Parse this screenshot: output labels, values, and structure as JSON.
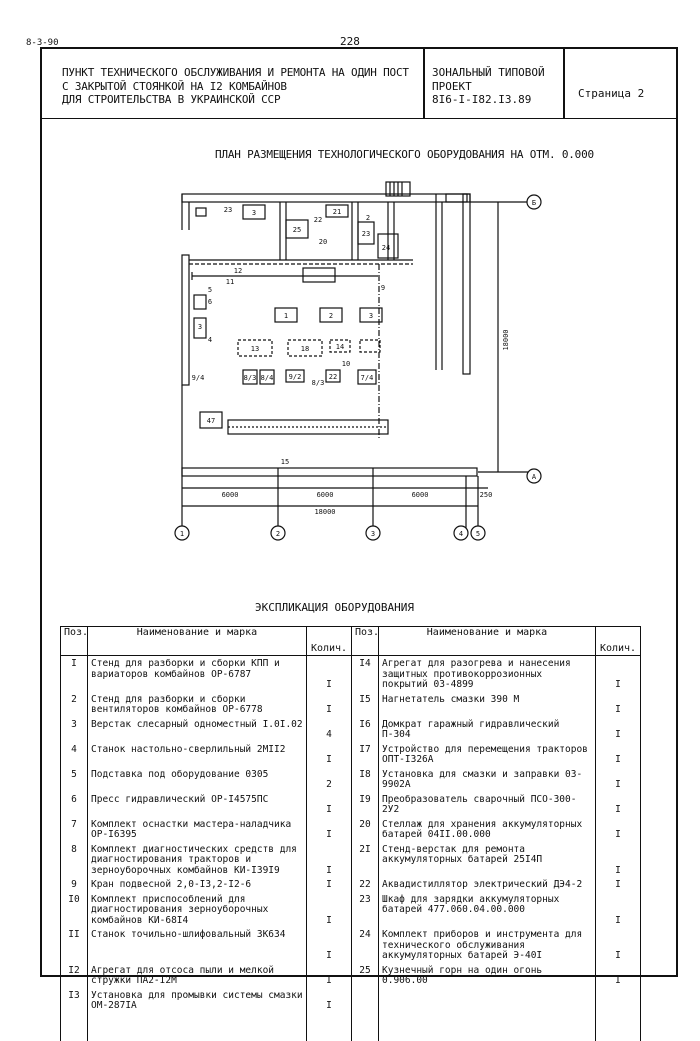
{
  "sheet": {
    "corner_code": "8-3-90",
    "page_number": "228"
  },
  "header": {
    "title_lines": "ПУНКТ ТЕХНИЧЕСКОГО ОБСЛУЖИВАНИЯ И РЕМОНТА НА ОДИН ПОСТ\nС ЗАКРЫТОЙ СТОЯНКОЙ НА I2 КОМБАЙНОВ\nДЛЯ СТРОИТЕЛЬСТВА В УКРАИНСКОЙ ССР",
    "project_lines": "ЗОНАЛЬНЫЙ ТИПОВОЙ\nПРОЕКТ\n8I6-I-I82.I3.89",
    "page_label": "Страница 2"
  },
  "plan": {
    "title": "ПЛАН РАЗМЕЩЕНИЯ ТЕХНОЛОГИЧЕСКОГО ОБОРУДОВАНИЯ НА ОТМ. 0.000",
    "axis_letters": [
      "Б",
      "А"
    ],
    "axis_numbers": [
      "1",
      "2",
      "3",
      "4",
      "5"
    ],
    "dimensions": [
      "6000",
      "6000",
      "6000",
      "250",
      "18000",
      "18000"
    ],
    "equipment_marks": [
      "23",
      "21",
      "3",
      "25",
      "22",
      "20",
      "23",
      "24",
      "12",
      "11",
      "5",
      "6",
      "3",
      "4",
      "1",
      "2",
      "3",
      "13",
      "18",
      "14",
      "8/3",
      "8/4",
      "9/2",
      "8/3",
      "22",
      "10",
      "7/4",
      "9/4",
      "47",
      "15",
      "9",
      "2"
    ]
  },
  "explication": {
    "title": "ЭКСПЛИКАЦИЯ ОБОРУДОВАНИЯ",
    "headers": {
      "pos": "Поз.",
      "name": "Наименование и марка",
      "qty": "Колич."
    },
    "left_rows": [
      {
        "pos": "I",
        "name": "Стенд для разборки и сборки КПП и вариаторов комбайнов ОР-6787",
        "qty": "I"
      },
      {
        "pos": "2",
        "name": "Стенд для разборки и сборки вентиляторов комбайнов ОР-6778",
        "qty": "I"
      },
      {
        "pos": "3",
        "name": "Верстак слесарный одноместный I.0I.02",
        "qty": "4"
      },
      {
        "pos": "4",
        "name": "Станок настольно-сверлильный 2МII2",
        "qty": "I"
      },
      {
        "pos": "5",
        "name": "Подставка под оборудование 0305",
        "qty": "2"
      },
      {
        "pos": "6",
        "name": "Пресс гидравлический ОР-I4575ПС",
        "qty": "I"
      },
      {
        "pos": "7",
        "name": "Комплект оснастки мастера-наладчика ОР-I6395",
        "qty": "I"
      },
      {
        "pos": "8",
        "name": "Комплект диагностических средств для диагностирования тракторов и зерноуборочных комбайнов КИ-I39I9",
        "qty": "I"
      },
      {
        "pos": "9",
        "name": "Кран подвесной 2,0-I3,2-I2-6",
        "qty": "I"
      },
      {
        "pos": "I0",
        "name": "Комплект приспособлений для диагностирования зерноуборочных комбайнов КИ-68I4",
        "qty": "I"
      },
      {
        "pos": "II",
        "name": "Станок точильно-шлифовальный 3К634",
        "qty": "I"
      },
      {
        "pos": "I2",
        "name": "Агрегат для отсоса пыли и мелкой стружки ПА2-I2М",
        "qty": "I"
      },
      {
        "pos": "I3",
        "name": "Установка для промывки системы смазки ОМ-287IА",
        "qty": "I"
      },
      {
        "pos": "",
        "name": "",
        "qty": ""
      }
    ],
    "right_rows": [
      {
        "pos": "I4",
        "name": "Агрегат для разогрева и нанесения защитных противокоррозионных покрытий 03-4899",
        "qty": "I"
      },
      {
        "pos": "I5",
        "name": "Нагнетатель смазки 390 М",
        "qty": "I"
      },
      {
        "pos": "I6",
        "name": "Домкрат гаражный гидравлический П-304",
        "qty": "I"
      },
      {
        "pos": "I7",
        "name": "Устройство для перемещения тракторов ОПТ-I326А",
        "qty": "I"
      },
      {
        "pos": "I8",
        "name": "Установка для смазки и заправки 03-9902А",
        "qty": "I"
      },
      {
        "pos": "I9",
        "name": "Преобразователь сварочный ПСО-300-2У2",
        "qty": "I"
      },
      {
        "pos": "20",
        "name": "Стеллаж для хранения аккумуляторных батарей 04II.00.000",
        "qty": "I"
      },
      {
        "pos": "2I",
        "name": "Стенд-верстак для ремонта аккумуляторных батарей 25I4П",
        "qty": "I"
      },
      {
        "pos": "22",
        "name": "Аквадистиллятор электрический ДЭ4-2",
        "qty": "I"
      },
      {
        "pos": "23",
        "name": "Шкаф для зарядки аккумуляторных батарей 477.060.04.00.000",
        "qty": "I"
      },
      {
        "pos": "24",
        "name": "Комплект приборов и инструмента для технического обслуживания аккумуляторных батарей Э-40I",
        "qty": "I"
      },
      {
        "pos": "25",
        "name": "Кузнечный горн на один огонь 0.906.00",
        "qty": "I"
      },
      {
        "pos": "",
        "name": "",
        "qty": ""
      },
      {
        "pos": "",
        "name": "",
        "qty": ""
      }
    ]
  }
}
